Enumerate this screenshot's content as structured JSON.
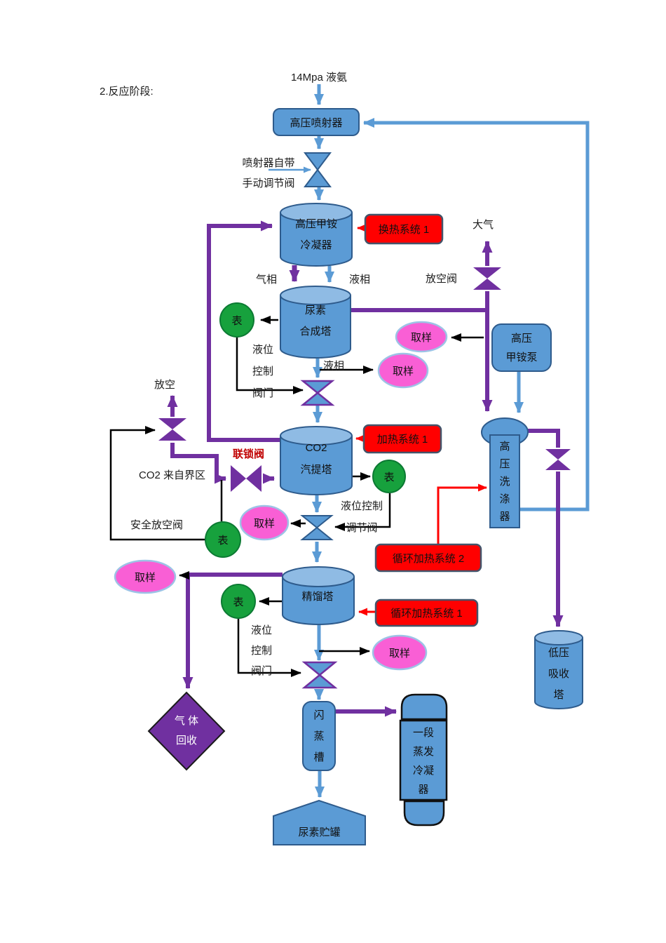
{
  "labels": {
    "stage": "2.反应阶段:",
    "feed": "14Mpa 液氨",
    "manual_valve": [
      "喷射器自带",
      "手动调节阀"
    ],
    "atmosphere": "大气",
    "vent_valve": "放空阀",
    "gas_phase": "气相",
    "liquid_phase": "液相",
    "level_valve": [
      "液位",
      "控制",
      "阀门"
    ],
    "vent": "放空",
    "co2_feed": "CO2 来自界区",
    "interlock_valve": "联锁阀",
    "safety_vent_valve": "安全放空阀",
    "level_control_valve": [
      "液位控制",
      "调节阀"
    ],
    "meter": "表",
    "sampling": "取样"
  },
  "equipment": {
    "injector": "高压喷射器",
    "condenser": [
      "高压甲铵",
      "冷凝器"
    ],
    "urea_tower": [
      "尿素",
      "合成塔"
    ],
    "co2_stripper": [
      "CO2",
      "汽提塔"
    ],
    "rectifier": "精馏塔",
    "pump": [
      "高压",
      "甲铵泵"
    ],
    "scrubber": [
      "高",
      "压",
      "洗",
      "涤",
      "器"
    ],
    "lp_absorber": [
      "低压",
      "吸收",
      "塔"
    ],
    "flash_tank": [
      "闪",
      "蒸",
      "槽"
    ],
    "evap_condenser": [
      "一段",
      "蒸发",
      "冷凝",
      "器"
    ],
    "urea_storage": "尿素贮罐",
    "gas_recovery": [
      "气 体",
      "回收"
    ]
  },
  "systems": {
    "heat_exchange_1": "换热系统 1",
    "heating_1": "加热系统 1",
    "circ_heating_2": "循环加热系统 2",
    "circ_heating_1": "循环加热系统 1"
  },
  "colors": {
    "vessel_blue": "#5B9BD5",
    "vessel_border": "#2E5B8C",
    "cylinder_top": "#8FBBE4",
    "purple": "#7030A0",
    "red": "#FF0000",
    "green": "#17A13D",
    "pink": "#F95FD5",
    "pink_border": "#9DC3E6"
  }
}
